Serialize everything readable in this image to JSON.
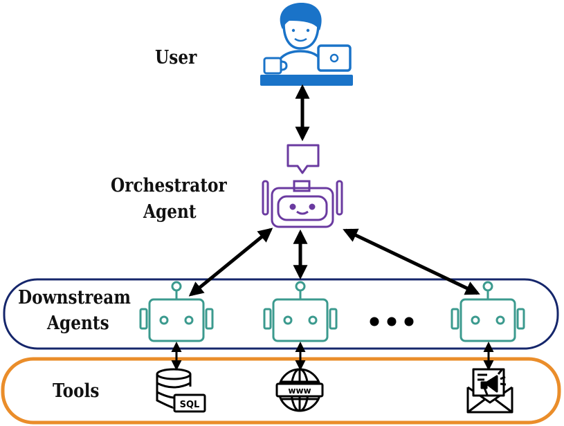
{
  "labels": {
    "user": "User",
    "orchestrator_line1": "Orchestrator",
    "orchestrator_line2": "Agent",
    "downstream_line1": "Downstream",
    "downstream_line2": "Agents",
    "tools": "Tools"
  },
  "icons": {
    "user": "user-at-laptop-icon",
    "orchestrator": "orchestrator-robot-icon",
    "downstream": "robot-icon",
    "ellipsis": "ellipsis-icon",
    "tool_1": "sql-database-icon",
    "tool_2": "www-globe-icon",
    "tool_3": "email-megaphone-icon"
  },
  "tool_texts": {
    "sql": "SQL",
    "www": "www"
  },
  "colors": {
    "user_blue": "#1a73c8",
    "orchestrator_purple": "#6a3aa0",
    "agent_teal": "#3b9a8e",
    "downstream_border": "#15266b",
    "tools_border": "#ea8d2a",
    "arrow": "#000000",
    "text": "#111111"
  }
}
